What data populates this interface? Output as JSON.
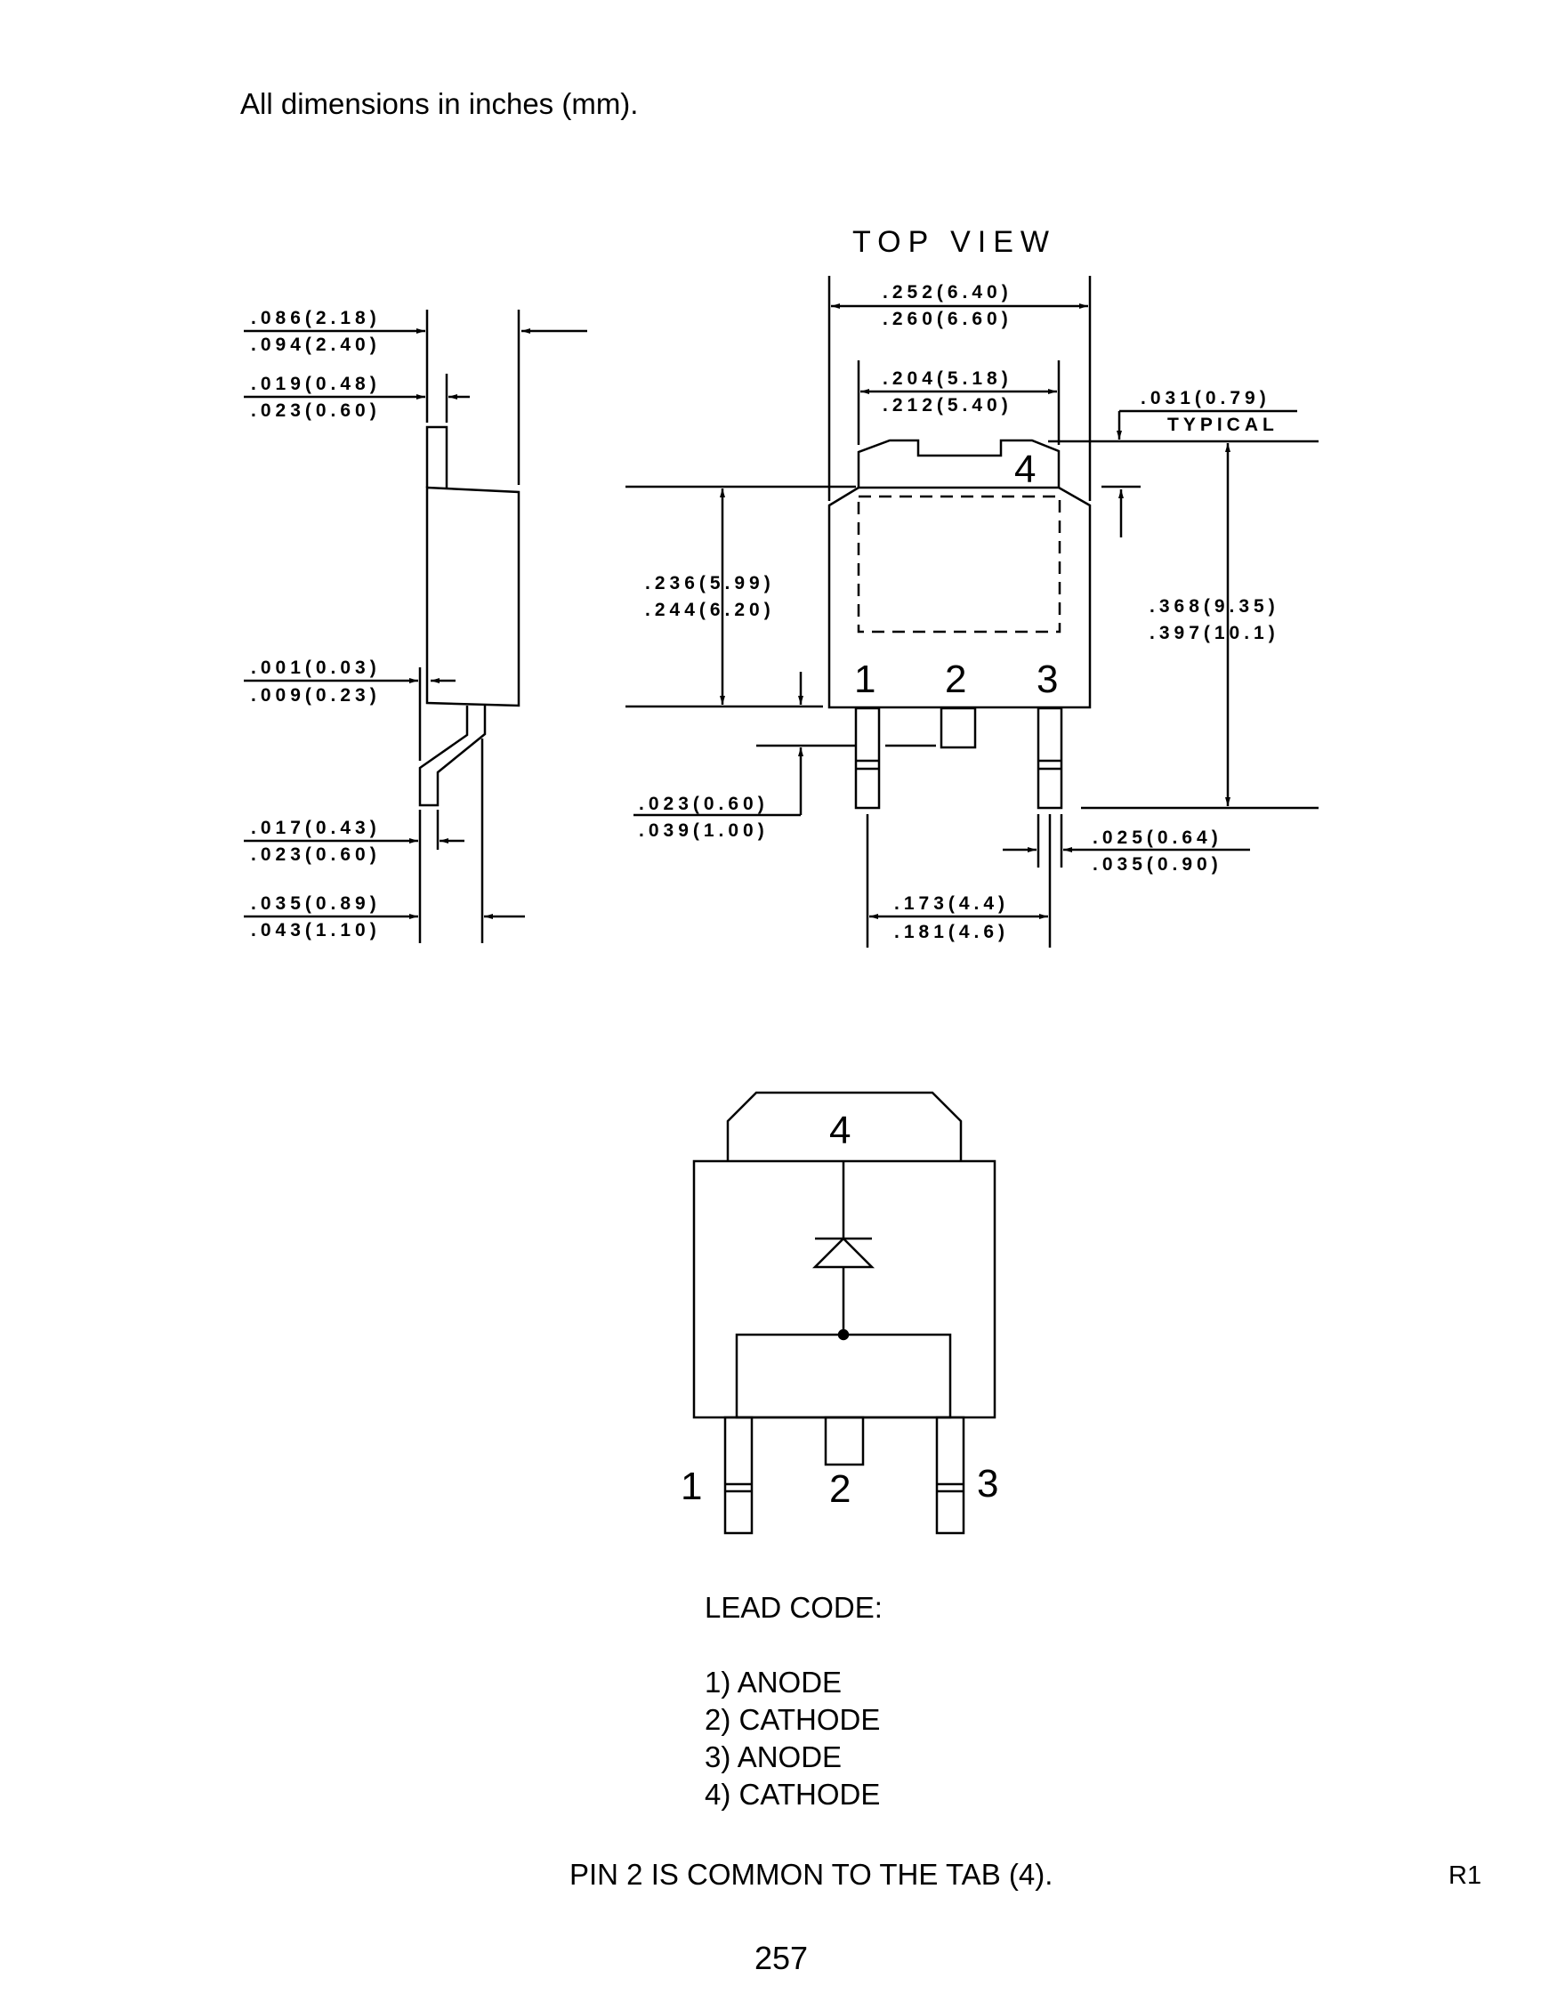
{
  "header_note": "All dimensions in inches (mm).",
  "top_view": {
    "title": "TOP VIEW",
    "dims": {
      "body_width_min": ".252(6.40)",
      "body_width_max": ".260(6.60)",
      "tab_width_min": ".204(5.18)",
      "tab_width_max": ".212(5.40)",
      "tab_offset": ".031(0.79)",
      "tab_offset_note": "TYPICAL",
      "body_length_min": ".236(5.99)",
      "body_length_max": ".244(6.20)",
      "overall_length_min": ".368(9.35)",
      "overall_length_max": ".397(10.1)",
      "lead_length_min": ".023(0.60)",
      "lead_length_max": ".039(1.00)",
      "lead_width_min": ".025(0.64)",
      "lead_width_max": ".035(0.90)",
      "lead_pitch_min": ".173(4.4)",
      "lead_pitch_max": ".181(4.6)"
    },
    "pins": [
      "1",
      "2",
      "3",
      "4"
    ]
  },
  "side_view": {
    "dims": {
      "height_min": ".086(2.18)",
      "height_max": ".094(2.40)",
      "tab_thickness_min": ".019(0.48)",
      "tab_thickness_max": ".023(0.60)",
      "standoff_min": ".001(0.03)",
      "standoff_max": ".009(0.23)",
      "lead_thickness_min": ".017(0.43)",
      "lead_thickness_max": ".023(0.60)",
      "foot_min": ".035(0.89)",
      "foot_max": ".043(1.10)"
    }
  },
  "schematic": {
    "pins": [
      "1",
      "2",
      "3",
      "4"
    ]
  },
  "lead_code": {
    "title": "LEAD CODE:",
    "items": [
      "1) ANODE",
      "2) CATHODE",
      "3) ANODE",
      "4) CATHODE"
    ]
  },
  "footer_note": "PIN 2 IS COMMON TO THE TAB (4).",
  "revision": "R1",
  "page_number": "257",
  "colors": {
    "ink": "#000000",
    "paper": "#ffffff"
  }
}
